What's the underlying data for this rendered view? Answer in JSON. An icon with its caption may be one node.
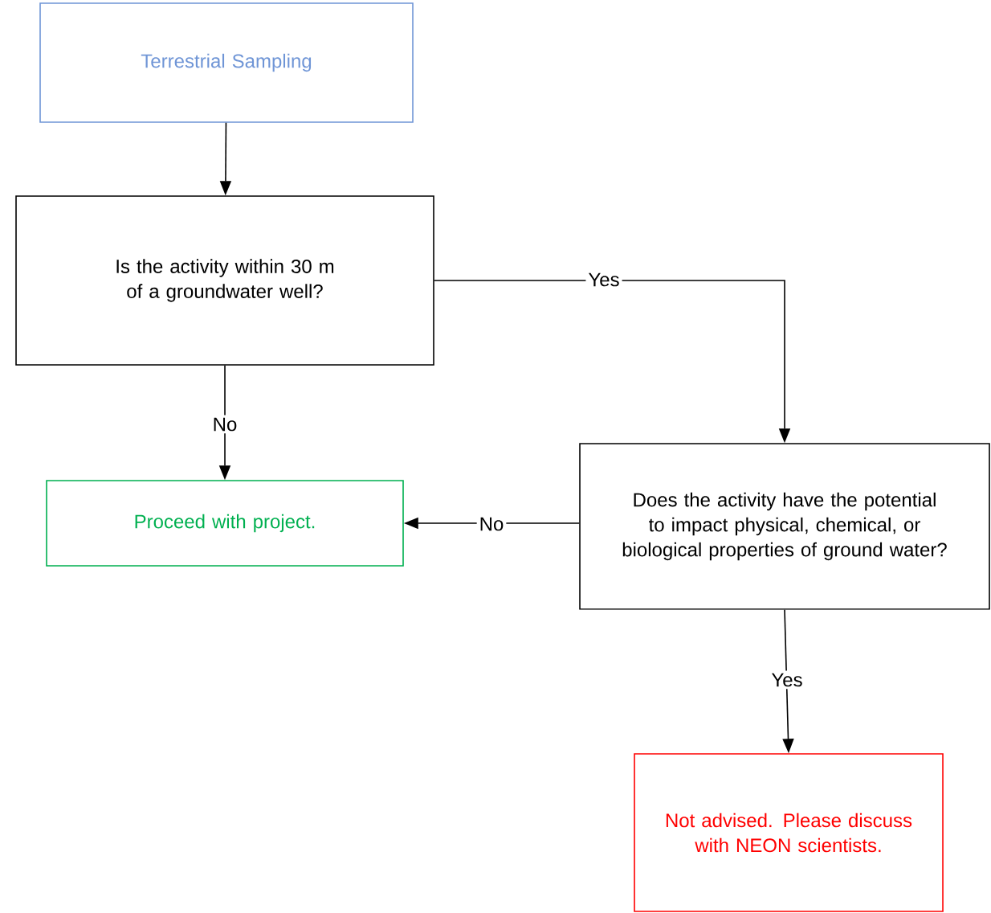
{
  "diagram": {
    "nodes": [
      {
        "text": [
          "Terrestrial Sampling"
        ]
      },
      {
        "text": [
          "Is the activity within 30 m of a groundwater well?"
        ]
      },
      {
        "text": [
          "Proceed with project."
        ]
      },
      {
        "text": [
          "Does the activity have the potential to impact physical, chemical, or biological properties of ground water?"
        ]
      },
      {
        "text": [
          "Not advised.  Please discuss with NEON scientists."
        ]
      }
    ],
    "edges": [
      {
        "from": 0,
        "to": 1,
        "arrow": "to"
      },
      {
        "from": 1,
        "to": 3,
        "arrow": "to",
        "label": "Yes"
      },
      {
        "from": 1,
        "to": 2,
        "arrow": "to",
        "label": "No"
      },
      {
        "from": 3,
        "to": 2,
        "arrow": "to",
        "label": "No"
      },
      {
        "from": 3,
        "to": 4,
        "arrow": "to",
        "label": "Yes"
      }
    ]
  }
}
